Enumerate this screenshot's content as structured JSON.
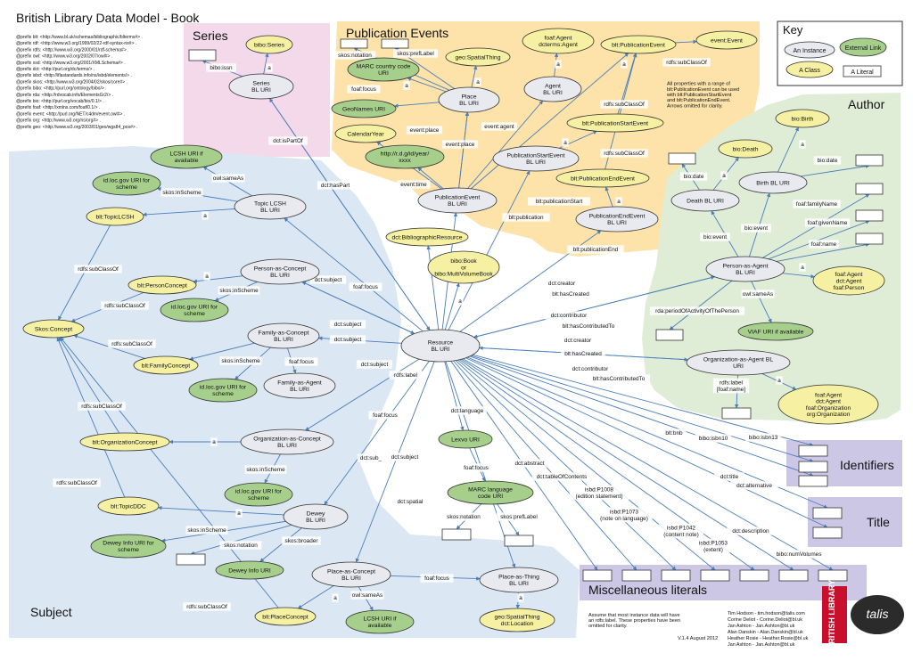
{
  "title": "British Library Data Model - Book",
  "prefixes": [
    "@prefix blt:   <http://www.bl.uk/schemas/bibliographic/blterms#> .",
    "@prefix rdf:   <http://www.w3.org/1999/02/22-rdf-syntax-ns#> .",
    "@prefix rdfs:  <http://www.w3.org/2000/01/rdf-schema#> .",
    "@prefix owl:   <http://www.w3.org/2002/07/owl#> .",
    "@prefix xsd:   <http://www.w3.org/2001/XMLSchema#> .",
    "@prefix dct:   <http://purl.org/dc/terms/> .",
    "@prefix isbd:  <http://iflastandards.info/ns/isbd/elements/> .",
    "@prefix skos:  <http://www.w3.org/2004/02/skos/core#> .",
    "@prefix bibo:  <http://purl.org/ontology/bibo/> .",
    "@prefix rda:   <http://rdvocab.info/ElementsGr2/> .",
    "@prefix bio:   <http://purl.org/vocab/bio/0.1/> .",
    "@prefix foaf:  <http://xmlns.com/foaf/0.1/> .",
    "@prefix event: <http://purl.org/NET/c4dm/event.owl#> .",
    "@prefix org:   <http://www.w3.org/ns/org#> .",
    "@prefix geo:   <http://www.w3.org/2003/01/geo/wgs84_pos#> ."
  ],
  "regions": {
    "series": "Series",
    "pubevents": "Publication Events",
    "author": "Author",
    "subject": "Subject",
    "identifiers": "Identifiers",
    "title": "Title",
    "misc": "Miscellaneous literals"
  },
  "key": {
    "title": "Key",
    "instance": "An Instance",
    "external": "External Link",
    "class": "A Class",
    "literal": "A Literal"
  },
  "nodes": {
    "bibo_series": "bibo:Series",
    "series": "Series\nBL URI",
    "marc_country": "MARC country code\nURI",
    "geonames": "GeoNames URI",
    "calendaryear": "CalendarYear",
    "rdg_year": "http://r.d.g/id/year/\nxxxx",
    "geo_spatialthing": "geo:SpatialThing",
    "place_bl": "Place\nBL URI",
    "foaf_agent_dct": "foaf:Agent\ndcterms:Agent",
    "agent_bl": "Agent\nBL URI",
    "blt_pubevent": "blt:PublicationEvent",
    "event_event": "event:Event",
    "pubevent_bl": "PublicationEvent\nBL URI",
    "pubstart_bl": "PublicationStartEvent\nBL URI",
    "blt_pubstart": "blt:PublicationStartEvent",
    "blt_pubend": "blt:PublicationEndEvent",
    "pubend_bl": "PublicationEndEvent\nBL URI",
    "dct_bibres": "dct:BibliographicResource",
    "bibo_book": "bibo:Book\nor\nbibo:MultiVolumeBook",
    "resource": "Resource\nBL URI",
    "lcsh_ext": "LCSH URI if\navailable",
    "idloc1": "id.loc.gov URI for\nscheme",
    "topic_lcsh": "Topic LCSH\nBL URI",
    "blt_topiclcsh": "blt:TopicLCSH",
    "person_concept": "Person-as-Concept\nBL URI",
    "blt_personconcept": "blt:PersonConcept",
    "idloc2": "id.loc.gov URI for\nscheme",
    "skos_concept": "Skos:Concept",
    "family_concept": "Family-as-Concept\nBL URI",
    "blt_familyconcept": "blt:FamilyConcept",
    "idloc3": "id.loc.gov URI for\nscheme",
    "family_agent": "Family-as-Agent\nBL URI",
    "org_concept": "Organization-as-Concept\nBL URI",
    "blt_orgconcept": "blt:OrganizationConcept",
    "idloc4": "id.loc.gov URI for\nscheme",
    "blt_topicddc": "blt:TopicDDC",
    "dewey_bl": "Dewey\nBL URI",
    "dewey_info_scheme": "Dewey Info URI for\nscheme",
    "dewey_info": "Dewey Info URI",
    "place_concept": "Place-as-Concept\nBL URI",
    "blt_placeconcept": "blt:PlaceConcept",
    "lcsh_ext2": "LCSH URI if\navailable",
    "place_thing": "Place-as-Thing\nBL URI",
    "geo_location": "geo:SpatialThing\ndct:Location",
    "lexvo": "Lexvo URI",
    "marc_lang": "MARC language\ncode URI",
    "bio_birth": "bio:Birth",
    "bio_death": "bio:Death",
    "birth_bl": "Birth BL URI",
    "death_bl": "Death BL URI",
    "person_agent": "Person-as-Agent\nBL URI",
    "foaf_person": "foaf:Agent\ndct:Agent\nfoaf:Person",
    "viaf": "VIAF URI if available",
    "org_agent": "Organization-as-Agent BL\nURI",
    "foaf_org": "foaf:Agent\ndct:Agent\nfoaf:Organization\norg:Organization"
  },
  "edge_labels": {
    "bibo_issn": "bibo:issn",
    "series_a": "a",
    "skos_notation1": "skos:notation",
    "skos_preflabel1": "skos:prefLabel",
    "a_marc": "a",
    "foaf_focus1": "foaf:focus",
    "a_place": "a",
    "a_agent": "a",
    "a_pubevent": "a",
    "rdfs_subclassof_ev": "rdfs:subClassOf",
    "event_place1": "event:place",
    "event_agent": "event:agent",
    "event_place2": "event:place",
    "event_time": "event:time",
    "rdfs_subclassof_start": "rdfs:subClassOf",
    "rdfs_subclassof_end": "rdfs:subClassOf",
    "a_start": "a",
    "blt_pubstart_rel": "blt:publicationStart",
    "blt_publication": "blt:publication",
    "blt_pubend_rel": "blt:publicationEnd",
    "a_end": "a",
    "dct_ispartof": "dct:isPartOf",
    "dct_haspart": "dct:hasPart",
    "owl_sameas1": "owl:sameAs",
    "skos_inscheme1": "skos:inScheme",
    "a_topic": "a",
    "rdfs_subclassof_topic": "rdfs:subClassOf",
    "a_person_c": "a",
    "skos_inscheme2": "skos:inScheme",
    "rdfs_subclassof_person": "rdfs:subClassOf",
    "rdfs_subclassof_family": "rdfs:subClassOf",
    "skos_inscheme3": "skos:inScheme",
    "foaf_focus2": "foaf:focus",
    "rdfs_subclassof_org": "rdfs:subClassOf",
    "a_org_c": "a",
    "skos_inscheme4": "skos:inScheme",
    "rdfs_subclassof_ddc": "rdfs:subClassOf",
    "a_ddc": "a",
    "skos_inscheme5": "skos:inScheme",
    "skos_notation2": "skos:notation",
    "skos_broader": "skos:broader",
    "rdfs_subclassof_place": "rdfs:subClassOf",
    "a_place_c": "a",
    "owl_sameas2": "owl:sameAs",
    "foaf_focus3": "foaf:focus",
    "a_place_t": "a",
    "dct_subject1": "dct:subject",
    "foaf_focus4": "foaf:focus",
    "dct_subject2": "dct:subject",
    "dct_subject3": "dct:subject",
    "dct_subject4": "dct:subject",
    "rdfs_label1": "rdfs:label",
    "foaf_focus5": "foaf:focus",
    "dct_subject5": "dct:subject",
    "dct_sub": "dct:sub_",
    "dct_spatial": "dct:spatial",
    "dct_language": "dct:language",
    "foaf_focus6": "foaf:focus",
    "skos_notation3": "skos:notation",
    "skos_preflabel2": "skos:prefLabel",
    "a_res": "a",
    "dct_creator1": "dct:creator",
    "blt_hascreated1": "blt:hasCreated",
    "dct_contributor1": "dct:contributor",
    "blt_hascontributedto1": "blt:hasContributedTo",
    "dct_creator2": "dct:creator",
    "blt_hascreated2": "blt:hasCreated",
    "dct_contributor2": "dct:contributor",
    "blt_hascontributedto2": "blt:hasContributedTo",
    "dct_abstract": "dct:abstract",
    "dct_toc": "dct:tableOfContents",
    "isbd_p1008": "isbd:P1008\n(edition statement)",
    "isbd_p1073": "isbd:P1073\n(note on language)",
    "isbd_p1042": "isbd:P1042\n(content note)",
    "isbd_p1053": "isbd:P1053\n(extent)",
    "dct_description": "dct:description",
    "bibo_numvolumes": "bibo:numVolumes",
    "blt_bnb": "blt:bnb",
    "bibo_isbn10": "bibo:isbn10",
    "bibo_isbn13": "bibo:isbn13",
    "dct_title": "dct:title",
    "dct_alternative": "dct:alternative",
    "bio_date1": "bio:date",
    "bio_date2": "bio:date",
    "a_birth": "a",
    "a_death": "a",
    "bio_event1": "bio:event",
    "bio_event2": "bio:event",
    "foaf_familyname": "foaf:familyName",
    "foaf_givenname": "foaf:givenName",
    "foaf_name": "foaf:name",
    "a_person_a": "a",
    "owl_sameas3": "owl:sameAs",
    "rda_period": "rda:periodOfActivityOfThePerson",
    "rdfs_label2": "rdfs:label\n[foaf:name]",
    "a_org_a": "a"
  },
  "notes": {
    "events_note": "All properties with a range of\nblt:PublicationEvent can be used\nwith blt:PublicationStartEvent\nand blt:PublicationEndEvent.\nArrows omitted for clarity.",
    "rdfs_note": "Assume that most instance data will have\nan rdfs:label. These properties have been\nomitted for clarity.",
    "version": "V.1.4 August 2012",
    "credits": [
      "Tim Hodson - tim.hodson@talis.com",
      "Corine Deliot - Corine.Deliot@bl.uk",
      "Jan Ashton - Jan.Ashton@bl.uk",
      "Alan Danskin - Alan.Danskin@bl.uk",
      "Heather Rosie - Heather.Rosie@bl.uk",
      "Jan Ashton - Jan.Ashton@bl.uk"
    ]
  },
  "logos": {
    "bl": "BRITISH\nLIBRARY",
    "talis": "talis"
  },
  "colors": {
    "instance": "#e8eaef",
    "class": "#f5f0a2",
    "external": "#a6cf8c",
    "series_bg": "#f3d9e9",
    "events_bg": "#fde2a9",
    "author_bg": "#dfedd6",
    "subject_bg": "#dce7f4",
    "literal_bg": "#ccc7e5",
    "edge": "#4a7ebb"
  }
}
